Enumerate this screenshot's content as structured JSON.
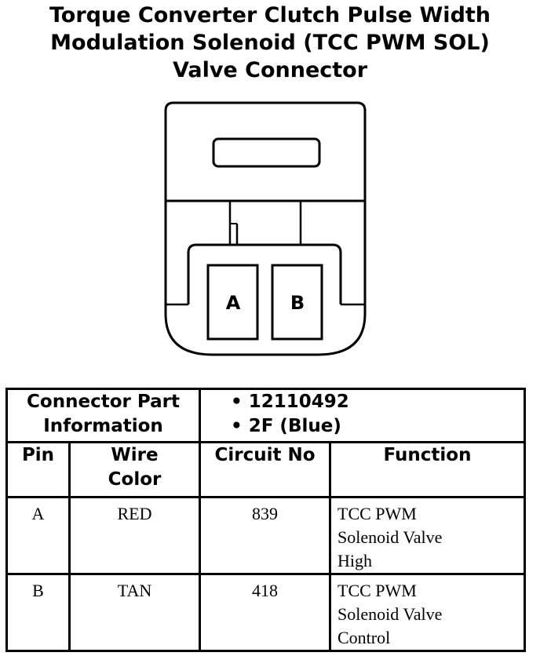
{
  "title": {
    "line1": "Torque Converter Clutch Pulse Width",
    "line2": "Modulation Solenoid (TCC PWM SOL)",
    "line3": "Valve Connector"
  },
  "connector": {
    "pin_a_label": "A",
    "pin_b_label": "B"
  },
  "table": {
    "part_info_label_line1": "Connector Part",
    "part_info_label_line2": "Information",
    "part_numbers": [
      "• 12110492",
      "• 2F (Blue)"
    ],
    "headers": {
      "pin": "Pin",
      "wire_color_line1": "Wire",
      "wire_color_line2": "Color",
      "circuit": "Circuit No",
      "function": "Function"
    },
    "rows": [
      {
        "pin": "A",
        "wire_color": "RED",
        "circuit": "839",
        "function": [
          "TCC PWM",
          "Solenoid Valve",
          "High"
        ]
      },
      {
        "pin": "B",
        "wire_color": "TAN",
        "circuit": "418",
        "function": [
          "TCC PWM",
          "Solenoid Valve",
          "Control"
        ]
      }
    ]
  }
}
